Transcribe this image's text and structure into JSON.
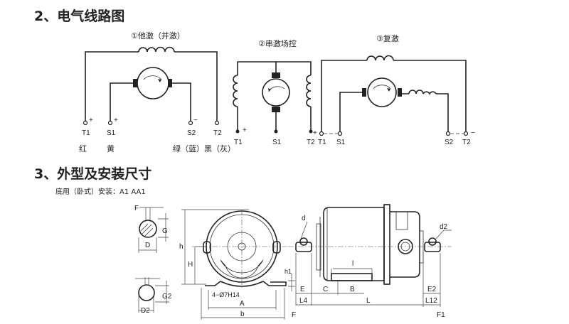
{
  "section2": {
    "title": "2、电气线路图",
    "circuits": [
      {
        "label": "①他激（并激）",
        "terminals": [
          "T1",
          "S1",
          "S2",
          "T2"
        ],
        "polarity": [
          "+",
          "+",
          "−"
        ],
        "wire_colors": [
          "红",
          "黄",
          "绿（蓝）黑（灰）"
        ]
      },
      {
        "label": "②串激场控",
        "terminals": [
          "T1",
          "S1",
          "T2"
        ],
        "polarity": [
          "+",
          "+"
        ]
      },
      {
        "label": "③复激",
        "terminals": [
          "T1",
          "S1",
          "S2",
          "T2"
        ],
        "polarity": [
          "−"
        ]
      }
    ]
  },
  "section3": {
    "title": "3、外型及安装尺寸",
    "subtitle": "底用（卧式）安装：A1 AA1",
    "dims": {
      "F": "F",
      "G": "G",
      "D": "D",
      "G2": "G2",
      "D2": "D2",
      "h": "h",
      "H": "H",
      "A": "A",
      "b": "b",
      "holes": "4−Ø7H14",
      "h1": "h1",
      "d": "d",
      "d2": "d2",
      "l": "l",
      "E": "E",
      "C": "C",
      "B": "B",
      "E2": "E2",
      "L4": "L4",
      "L": "L",
      "L12": "L12",
      "F_side": "F",
      "F1": "F1"
    }
  }
}
